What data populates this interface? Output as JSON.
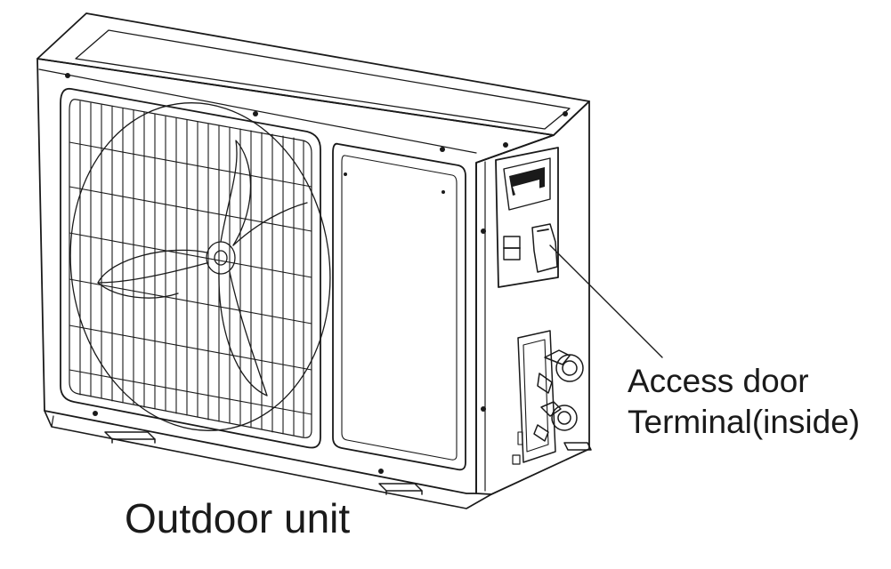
{
  "figure": {
    "caption": "Outdoor unit",
    "callout": {
      "line1": "Access door",
      "line2": "Terminal(inside)"
    },
    "line_color": "#1a1a1a",
    "background": "#ffffff"
  }
}
